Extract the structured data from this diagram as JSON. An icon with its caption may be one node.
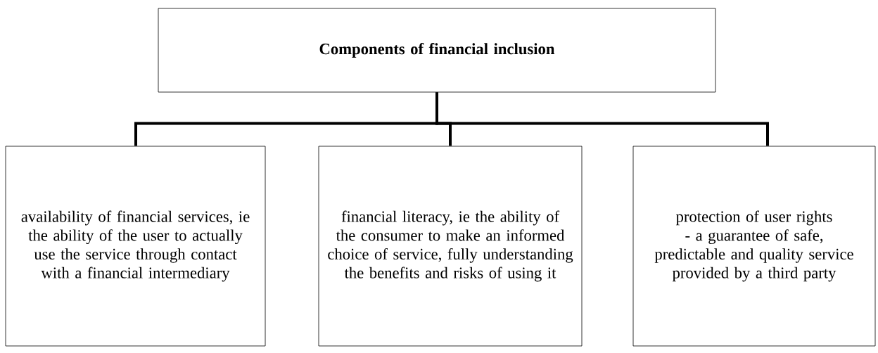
{
  "diagram": {
    "nodes": [
      {
        "text": [
          "Components of financial inclusion"
        ]
      },
      {
        "text": [
          "availability of financial services, ie the ability of the user to actually use the service through contact with a financial intermediary"
        ]
      },
      {
        "text": [
          "financial literacy, ie the ability of the consumer to make an informed choice of service, fully understanding the benefits and risks of using it"
        ]
      },
      {
        "text": [
          "protection of user rights - a guarantee of safe, predictable and quality service provided by a third party"
        ]
      }
    ],
    "edges": [
      {
        "from": 0,
        "to": 1,
        "arrow": "none"
      },
      {
        "from": 0,
        "to": 2,
        "arrow": "none"
      },
      {
        "from": 0,
        "to": 3,
        "arrow": "none"
      }
    ]
  }
}
